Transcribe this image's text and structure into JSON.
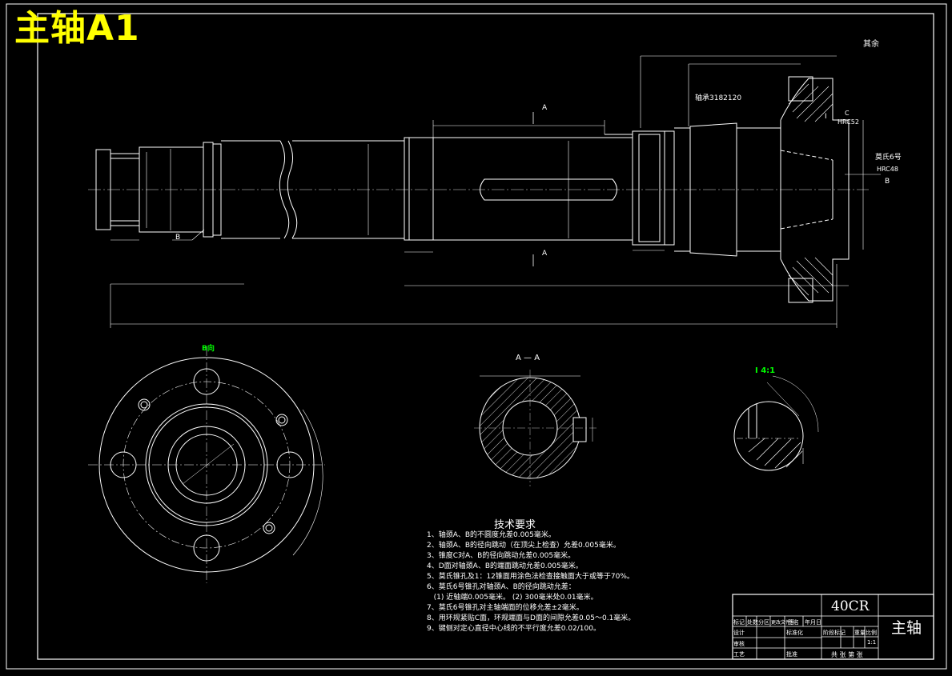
{
  "drawing": {
    "title": "主轴A1",
    "surface_note": "其余",
    "main_view_labels": {
      "bearing": "轴承3182120",
      "section_mark_top": "A",
      "section_mark_bottom": "A",
      "datum_b_left": "B",
      "datum_b_right": "B",
      "hrc52": "HRC52",
      "morse": "莫氏6号",
      "hrc48": "HRC48",
      "detail_mark": "I",
      "datum_c": "C"
    },
    "views": {
      "b_view": "B向",
      "section_aa": "A — A",
      "detail_i": "I  4:1"
    }
  },
  "tech_requirements": {
    "title": "技术要求",
    "items": [
      "1、轴颈A、B的不圆度允差0.005毫米。",
      "2、轴颈A、B的径向跳动（在顶尖上检查）允差0.005毫米。",
      "3、锥度C对A、B的径向跳动允差0.005毫米。",
      "4、D面对轴颈A、B的端面跳动允差0.005毫米。",
      "5、莫氏锥孔及1：12锥面用涂色法检查接触面大于或等于70%。",
      "6、莫氏6号锥孔对轴颈A、B的径向跳动允差：",
      "   (1) 近轴端0.005毫米。 (2) 300毫米处0.01毫米。",
      "7、莫氏6号锥孔对主轴端面的位移允差±2毫米。",
      "8、用环规紧贴C面，环规端面与D面的间隙允差0.05～0.1毫米。",
      "9、键侧对定心直径中心线的不平行度允差0.02/100。"
    ]
  },
  "title_block": {
    "material": "40CR",
    "part_name": "主轴",
    "row_labels": [
      "标记",
      "处数",
      "分区",
      "更改文件号",
      "签名",
      "年月日"
    ],
    "design_row": [
      "设计",
      "",
      "标准化"
    ],
    "check_row": [
      "审核"
    ],
    "process_row": [
      "工艺",
      "",
      "批准"
    ],
    "stage_headers": [
      "阶段标记",
      "重量",
      "比例"
    ],
    "scale": "1:1",
    "sheet": "共  张  第  张"
  }
}
